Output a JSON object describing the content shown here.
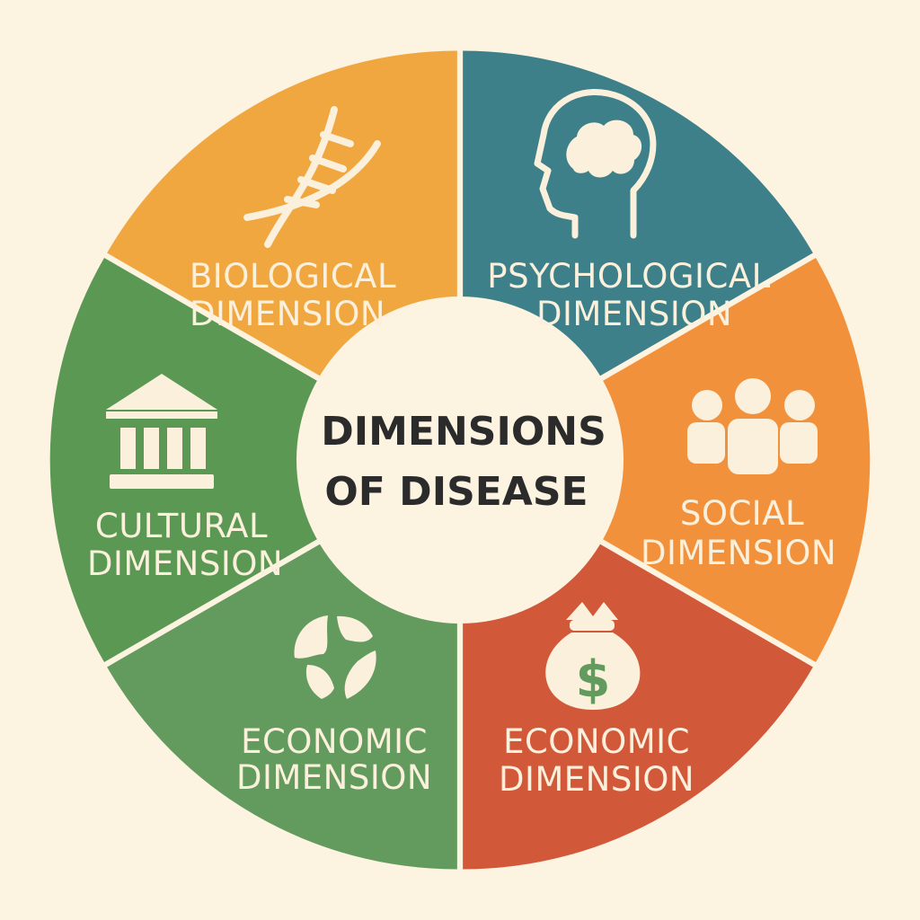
{
  "colors": {
    "background": "#fdf3e1",
    "label_text": "#fbf0dc",
    "center_fill": "#fdf3e1",
    "center_text": "#2b2b2b"
  },
  "center": {
    "line1": "DIMENSIONS",
    "line2": "OF DISEASE"
  },
  "segments": [
    {
      "id": "biological",
      "line1": "BIOLOGICAL",
      "line2": "DIMENSION",
      "color": "#3d8089",
      "icon": "dna-icon"
    },
    {
      "id": "psychological",
      "line1": "PSYCHOLOGICAL",
      "line2": "DIMENSION",
      "color": "#f2913b",
      "icon": "head-brain-icon"
    },
    {
      "id": "social",
      "line1": "SOCIAL",
      "line2": "DIMENSION",
      "color": "#d2583a",
      "icon": "people-group-icon"
    },
    {
      "id": "economic-money",
      "line1": "ECONOMIC",
      "line2": "DIMENSION",
      "color": "#639b5e",
      "icon": "money-bag-icon"
    },
    {
      "id": "economic-globe",
      "line1": "ECONOMIC",
      "line2": "DIMENSION",
      "color": "#5b9854",
      "icon": "globe-icon"
    },
    {
      "id": "cultural",
      "line1": "CULTURAL",
      "line2": "DIMENSION",
      "color": "#f1a73f",
      "icon": "temple-icon"
    }
  ]
}
